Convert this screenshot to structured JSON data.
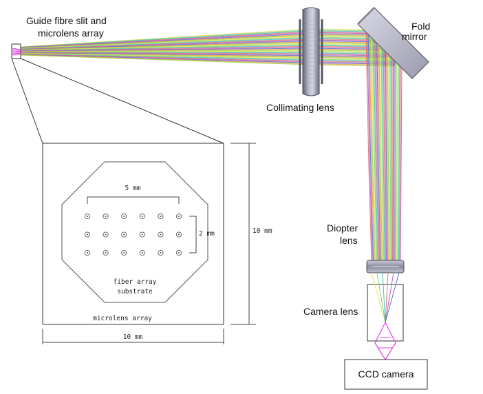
{
  "labels": {
    "slit_line1": "Guide fibre slit and",
    "slit_line2": "microlens array",
    "fold_line1": "Fold",
    "fold_line2": "mirror",
    "collimating": "Collimating lens",
    "diopter_line1": "Diopter",
    "diopter_line2": "lens",
    "camera_lens": "Camera lens",
    "ccd": "CCD camera"
  },
  "inset": {
    "dim_5mm": "5 mm",
    "dim_2mm": "2 mm",
    "dim_10mm_vertical": "10 mm",
    "dim_10mm_horizontal": "10 mm",
    "substrate_line1": "fiber array",
    "substrate_line2": "substrate",
    "microlens": "microlens array",
    "fiber_grid": {
      "rows": 3,
      "cols": 6
    }
  },
  "colors": {
    "outline": "#333333",
    "optic_gray": "#8a8a9a",
    "rays": [
      "#e6e65a",
      "#7fd27f",
      "#40c0c0",
      "#e87070",
      "#c060c0",
      "#5a6fd0",
      "#e8a040",
      "#a0d040"
    ],
    "focus": "#e040e0"
  }
}
